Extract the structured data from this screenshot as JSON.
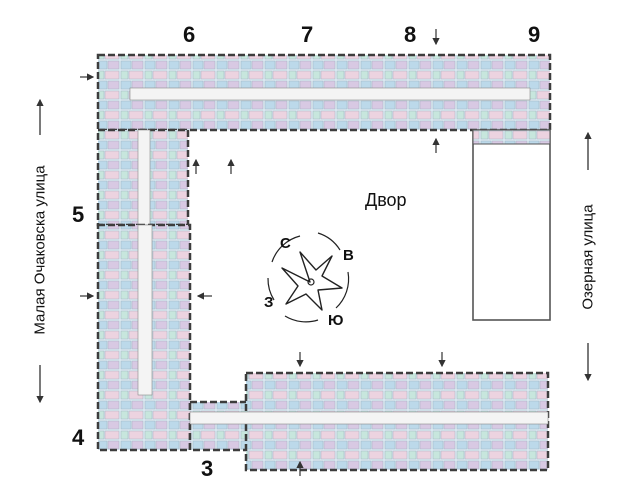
{
  "sections": {
    "s3": "3",
    "s4": "4",
    "s5": "5",
    "s6": "6",
    "s7": "7",
    "s8": "8",
    "s9": "9"
  },
  "yard_label": "Двор",
  "streets": {
    "west": "Малая Очаковска улица",
    "east": "Озерная улица"
  },
  "compass": {
    "north": "С",
    "east": "В",
    "south": "Ю",
    "west": "З"
  },
  "colors": {
    "wall": "#3d3d3d",
    "apartment_blue": "#bcd9ea",
    "apartment_purple": "#d8c9e3",
    "apartment_mint": "#c7e6dd",
    "apartment_pink": "#ecd3e0",
    "corridor": "#f4f4f4"
  }
}
